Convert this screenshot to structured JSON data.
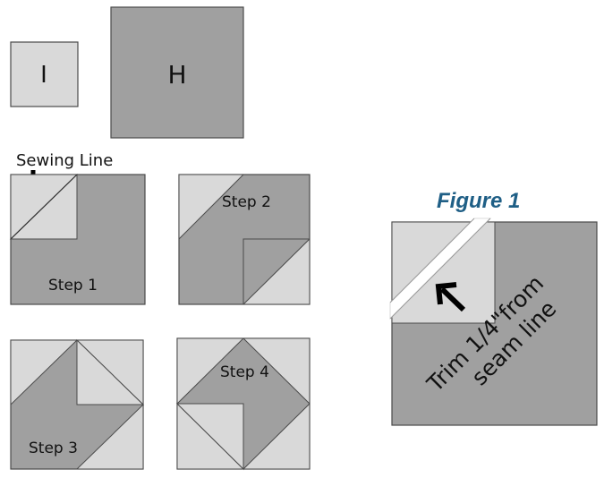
{
  "labels": {
    "piece_i": "I",
    "piece_h": "H",
    "sewing_line": "Sewing Line",
    "step1": "Step 1",
    "step2": "Step 2",
    "step3": "Step 3",
    "step4": "Step 4",
    "figure_title": "Figure 1",
    "trim_line1": "Trim 1/4\"from",
    "trim_line2": "seam line"
  },
  "colors": {
    "light_fabric": "#d9d9d9",
    "dark_fabric": "#a0a0a0",
    "outline": "#4a4a4a",
    "ink": "#111111",
    "figure_title": "#1f5f86"
  },
  "icons": {
    "sewing_arrow": "arrow-down-icon",
    "trim_arrow": "arrow-up-left-icon"
  }
}
